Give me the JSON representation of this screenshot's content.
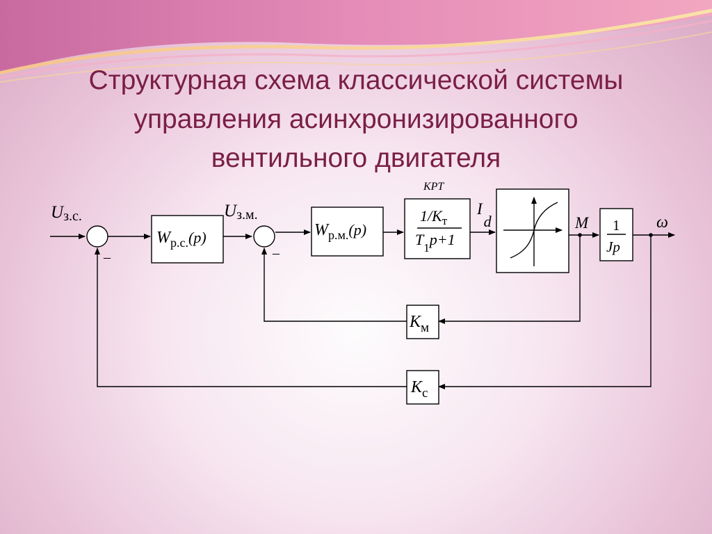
{
  "slide": {
    "title_lines": [
      "Структурная схема классической системы",
      "управления асинхронизированного",
      "вентильного двигателя"
    ]
  },
  "diagram": {
    "input_label": "U",
    "input_sub": "з.с.",
    "speed_reg_W": "W",
    "speed_reg_sub": "р.с.",
    "speed_reg_arg": "(p)",
    "sum2_input_label": "U",
    "sum2_input_sub": "з.м.",
    "torque_reg_W": "W",
    "torque_reg_sub": "р.м.",
    "torque_reg_arg": "(p)",
    "krt_label": "КРТ",
    "krt_num": "1/K",
    "krt_num_sub": "т",
    "krt_den_T": "T",
    "krt_den_T_sub": "1",
    "krt_den_rest": "p+1",
    "current_label": "I",
    "current_sub": "d",
    "torque_label": "M",
    "mech_num": "1",
    "mech_den": "Jp",
    "output_label": "ω",
    "minus_sign": "–",
    "km_K": "K",
    "km_sub": "м",
    "kc_K": "K",
    "kc_sub": "с"
  }
}
